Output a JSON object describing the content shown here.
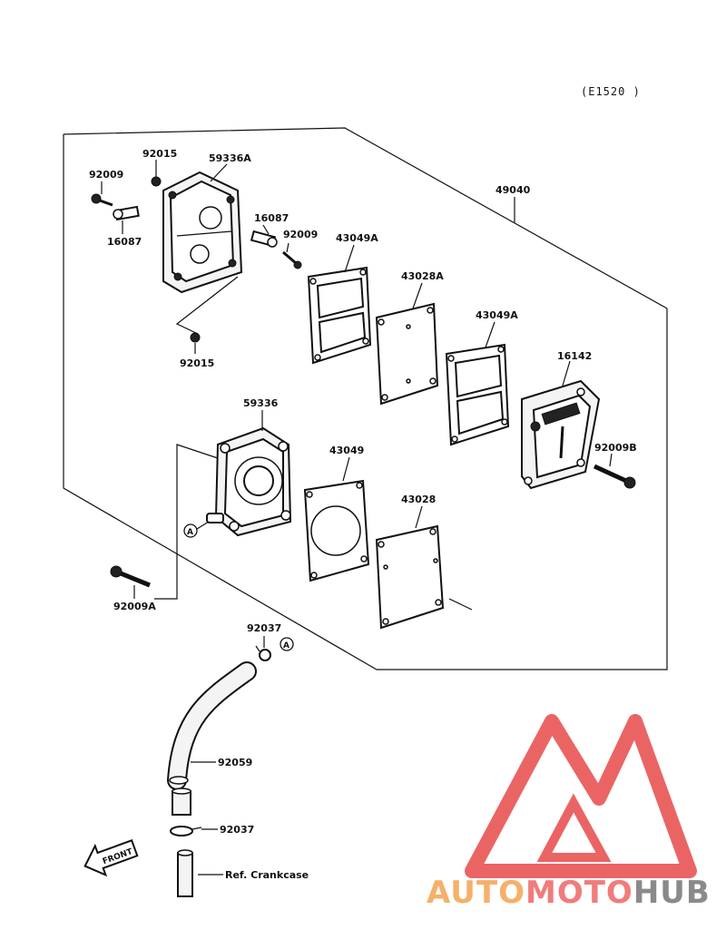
{
  "diagram_code": "(E1520 )",
  "labels": {
    "p92015_top": "92015",
    "p59336A": "59336A",
    "p92009_left": "92009",
    "p16087_left": "16087",
    "p16087_right": "16087",
    "p92009_right": "92009",
    "p43049A_1": "43049A",
    "p49040": "49040",
    "p43028A": "43028A",
    "p43049A_2": "43049A",
    "p16142": "16142",
    "p92015_bottom": "92015",
    "p92009B": "92009B",
    "p59336": "59336",
    "p43049": "43049",
    "p43028": "43028",
    "p92009A": "92009A",
    "p92037_top": "92037",
    "p92059": "92059",
    "p92037_bottom": "92037",
    "ref_crankcase": "Ref. Crankcase",
    "marker_a1": "A",
    "marker_a2": "A",
    "front_arrow": "FRONT"
  },
  "watermark": {
    "brand_part1": "AUTO",
    "brand_part2": "MOTO",
    "brand_part3": "HUB",
    "colors": {
      "logo_red": "#e84a4a",
      "auto": "#f5b06a",
      "moto": "#f07c7c",
      "hub": "#8a8a8a"
    }
  },
  "colors": {
    "line": "#111111",
    "background": "#ffffff"
  }
}
